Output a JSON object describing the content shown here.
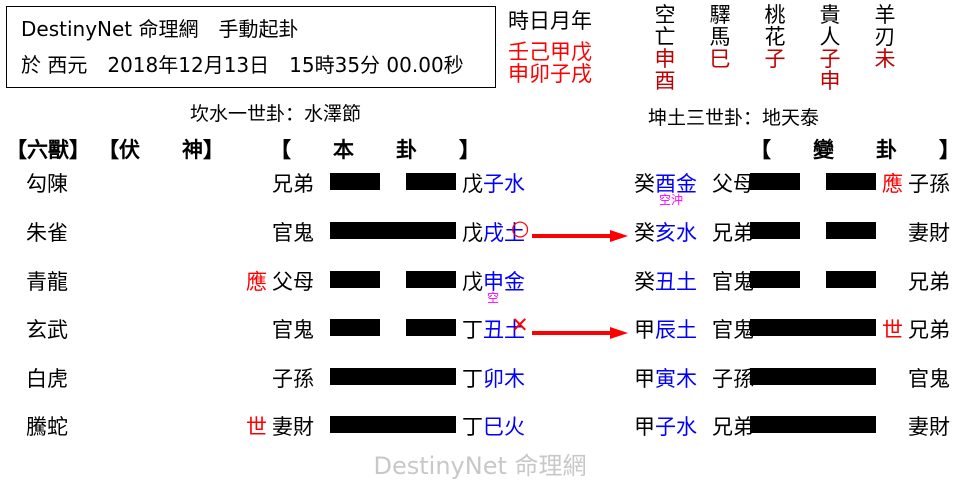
{
  "header": {
    "title_line": "DestinyNet 命理網　手動起卦",
    "date_line": "於 西元　2018年12月13日　15時35分 00.00秒"
  },
  "datetime_pillars": {
    "labels": "時日月年",
    "stems": "壬己甲戊",
    "branches": "申卯子戌",
    "color": "#ff0000"
  },
  "shensha": [
    {
      "name": "空亡",
      "value1": "申",
      "value2": "酉"
    },
    {
      "name": "驛馬",
      "value1": "巳",
      "value2": ""
    },
    {
      "name": "桃花",
      "value1": "子",
      "value2": ""
    },
    {
      "name": "貴人",
      "value1": "子",
      "value2": "申"
    },
    {
      "name": "羊刃",
      "value1": "未",
      "value2": ""
    }
  ],
  "captions": {
    "primary": "坎水一世卦：水澤節",
    "changed": "坤土三世卦：地天泰"
  },
  "column_headers": {
    "beasts": "【六獸】",
    "hidden": "【伏　　神】",
    "primary_hexagram": "【　　本　　卦　　】",
    "changed_hexagram": "【　　變　　卦　　】"
  },
  "rows": [
    {
      "beast": "勾陳",
      "hidden_mark": "",
      "hidden_relative": "兄弟",
      "primary_line": "yin",
      "primary_stem": "戊",
      "primary_branch": "子水",
      "primary_kong": "",
      "change_mark": "",
      "changed_stem": "癸",
      "changed_branch": "酉金",
      "changed_kong": "空沖",
      "changed_relative": "父母",
      "changed_line": "yin",
      "shi_ying": "應",
      "outer_relative": "子孫"
    },
    {
      "beast": "朱雀",
      "hidden_mark": "",
      "hidden_relative": "官鬼",
      "primary_line": "yang",
      "primary_stem": "戊",
      "primary_branch": "戌土",
      "primary_kong": "",
      "change_mark": "○",
      "changed_stem": "癸",
      "changed_branch": "亥水",
      "changed_kong": "",
      "changed_relative": "兄弟",
      "changed_line": "yin",
      "shi_ying": "",
      "outer_relative": "妻財"
    },
    {
      "beast": "青龍",
      "hidden_mark": "應",
      "hidden_relative": "父母",
      "primary_line": "yin",
      "primary_stem": "戊",
      "primary_branch": "申金",
      "primary_kong": "空",
      "change_mark": "",
      "changed_stem": "癸",
      "changed_branch": "丑土",
      "changed_kong": "",
      "changed_relative": "官鬼",
      "changed_line": "yin",
      "shi_ying": "",
      "outer_relative": "兄弟"
    },
    {
      "beast": "玄武",
      "hidden_mark": "",
      "hidden_relative": "官鬼",
      "primary_line": "yin",
      "primary_stem": "丁",
      "primary_branch": "丑土",
      "primary_kong": "",
      "change_mark": "✕",
      "changed_stem": "甲",
      "changed_branch": "辰土",
      "changed_kong": "",
      "changed_relative": "官鬼",
      "changed_line": "yang",
      "shi_ying": "世",
      "outer_relative": "兄弟"
    },
    {
      "beast": "白虎",
      "hidden_mark": "",
      "hidden_relative": "子孫",
      "primary_line": "yang",
      "primary_stem": "丁",
      "primary_branch": "卯木",
      "primary_kong": "",
      "change_mark": "",
      "changed_stem": "甲",
      "changed_branch": "寅木",
      "changed_kong": "",
      "changed_relative": "子孫",
      "changed_line": "yang",
      "shi_ying": "",
      "outer_relative": "官鬼"
    },
    {
      "beast": "騰蛇",
      "hidden_mark": "世",
      "hidden_relative": "妻財",
      "primary_line": "yang",
      "primary_stem": "丁",
      "primary_branch": "巳火",
      "primary_kong": "",
      "change_mark": "",
      "changed_stem": "甲",
      "changed_branch": "子水",
      "changed_kong": "",
      "changed_relative": "兄弟",
      "changed_line": "yang",
      "shi_ying": "",
      "outer_relative": "妻財"
    }
  ],
  "watermark": "DestinyNet 命理網"
}
